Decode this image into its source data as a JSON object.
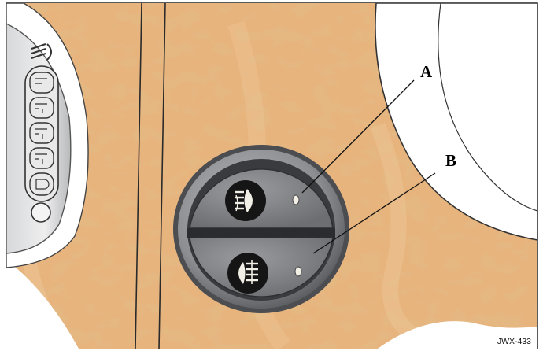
{
  "callouts": {
    "a": "A",
    "b": "B"
  },
  "reference_code": "JWX-433",
  "colors": {
    "wood_base": "#e6b27c",
    "wood_grain": "#c8793a",
    "wood_light": "#f0cfa2",
    "switch_bezel": "#8f9093",
    "switch_face": "#7d7e81",
    "icon_disc": "#151515",
    "indicator": "#f2efe6"
  },
  "icons": {
    "upper_button": "front-fog-light-icon",
    "lower_button": "rear-fog-light-icon",
    "left_panel": "headlamp-leveling-icon"
  }
}
